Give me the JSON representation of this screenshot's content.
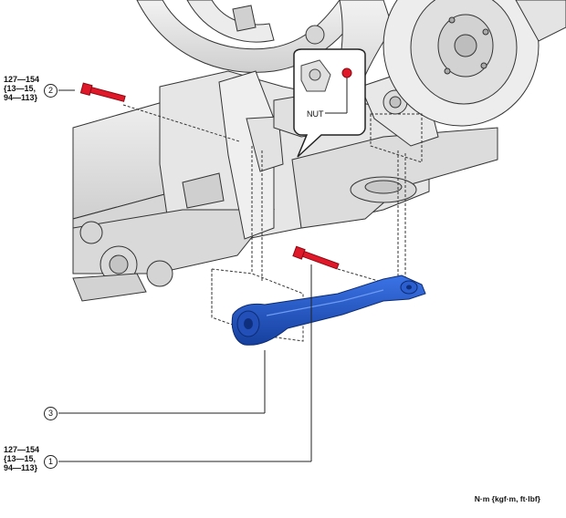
{
  "torque_upper": {
    "nm": "127—154",
    "kgf": "{13—15,",
    "ftlbf": "94—113}"
  },
  "torque_lower": {
    "nm": "127—154",
    "kgf": "{13—15,",
    "ftlbf": "94—113}"
  },
  "callouts": {
    "bolt_lower": "1",
    "bolt_upper": "2",
    "arm": "3"
  },
  "nut_label": "NUT",
  "units_label": "N·m {kgf·m, ft·lbf}",
  "colors": {
    "arm": "#1f56c8",
    "bolt": "#e0192a",
    "frame": "#e4e4e4",
    "outline": "#222222"
  },
  "icons": [
    "bolt-icon",
    "nut-icon"
  ]
}
